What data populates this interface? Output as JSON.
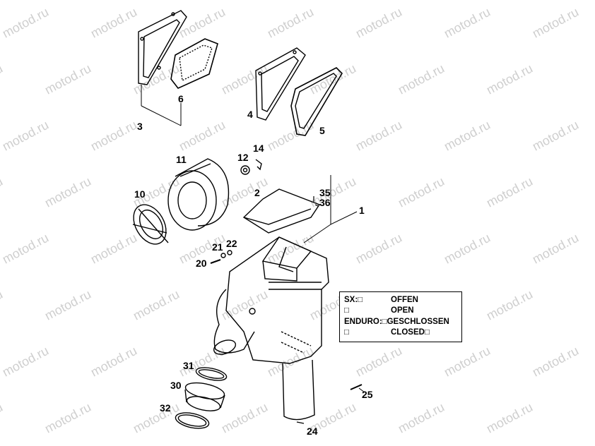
{
  "watermark": "motod.ru",
  "callouts": [
    "1",
    "2",
    "3",
    "4",
    "5",
    "6",
    "10",
    "11",
    "12",
    "14",
    "20",
    "21",
    "22",
    "24",
    "25",
    "30",
    "31",
    "32",
    "35",
    "36"
  ],
  "legend": {
    "r1_left": "SX:□",
    "r1_right": "OFFEN",
    "r2_left": "□",
    "r2_right": "OPEN",
    "r3_left": "ENDURO:□GESCHLOSSEN",
    "r4_left": "□",
    "r4_right": "CLOSED□"
  }
}
